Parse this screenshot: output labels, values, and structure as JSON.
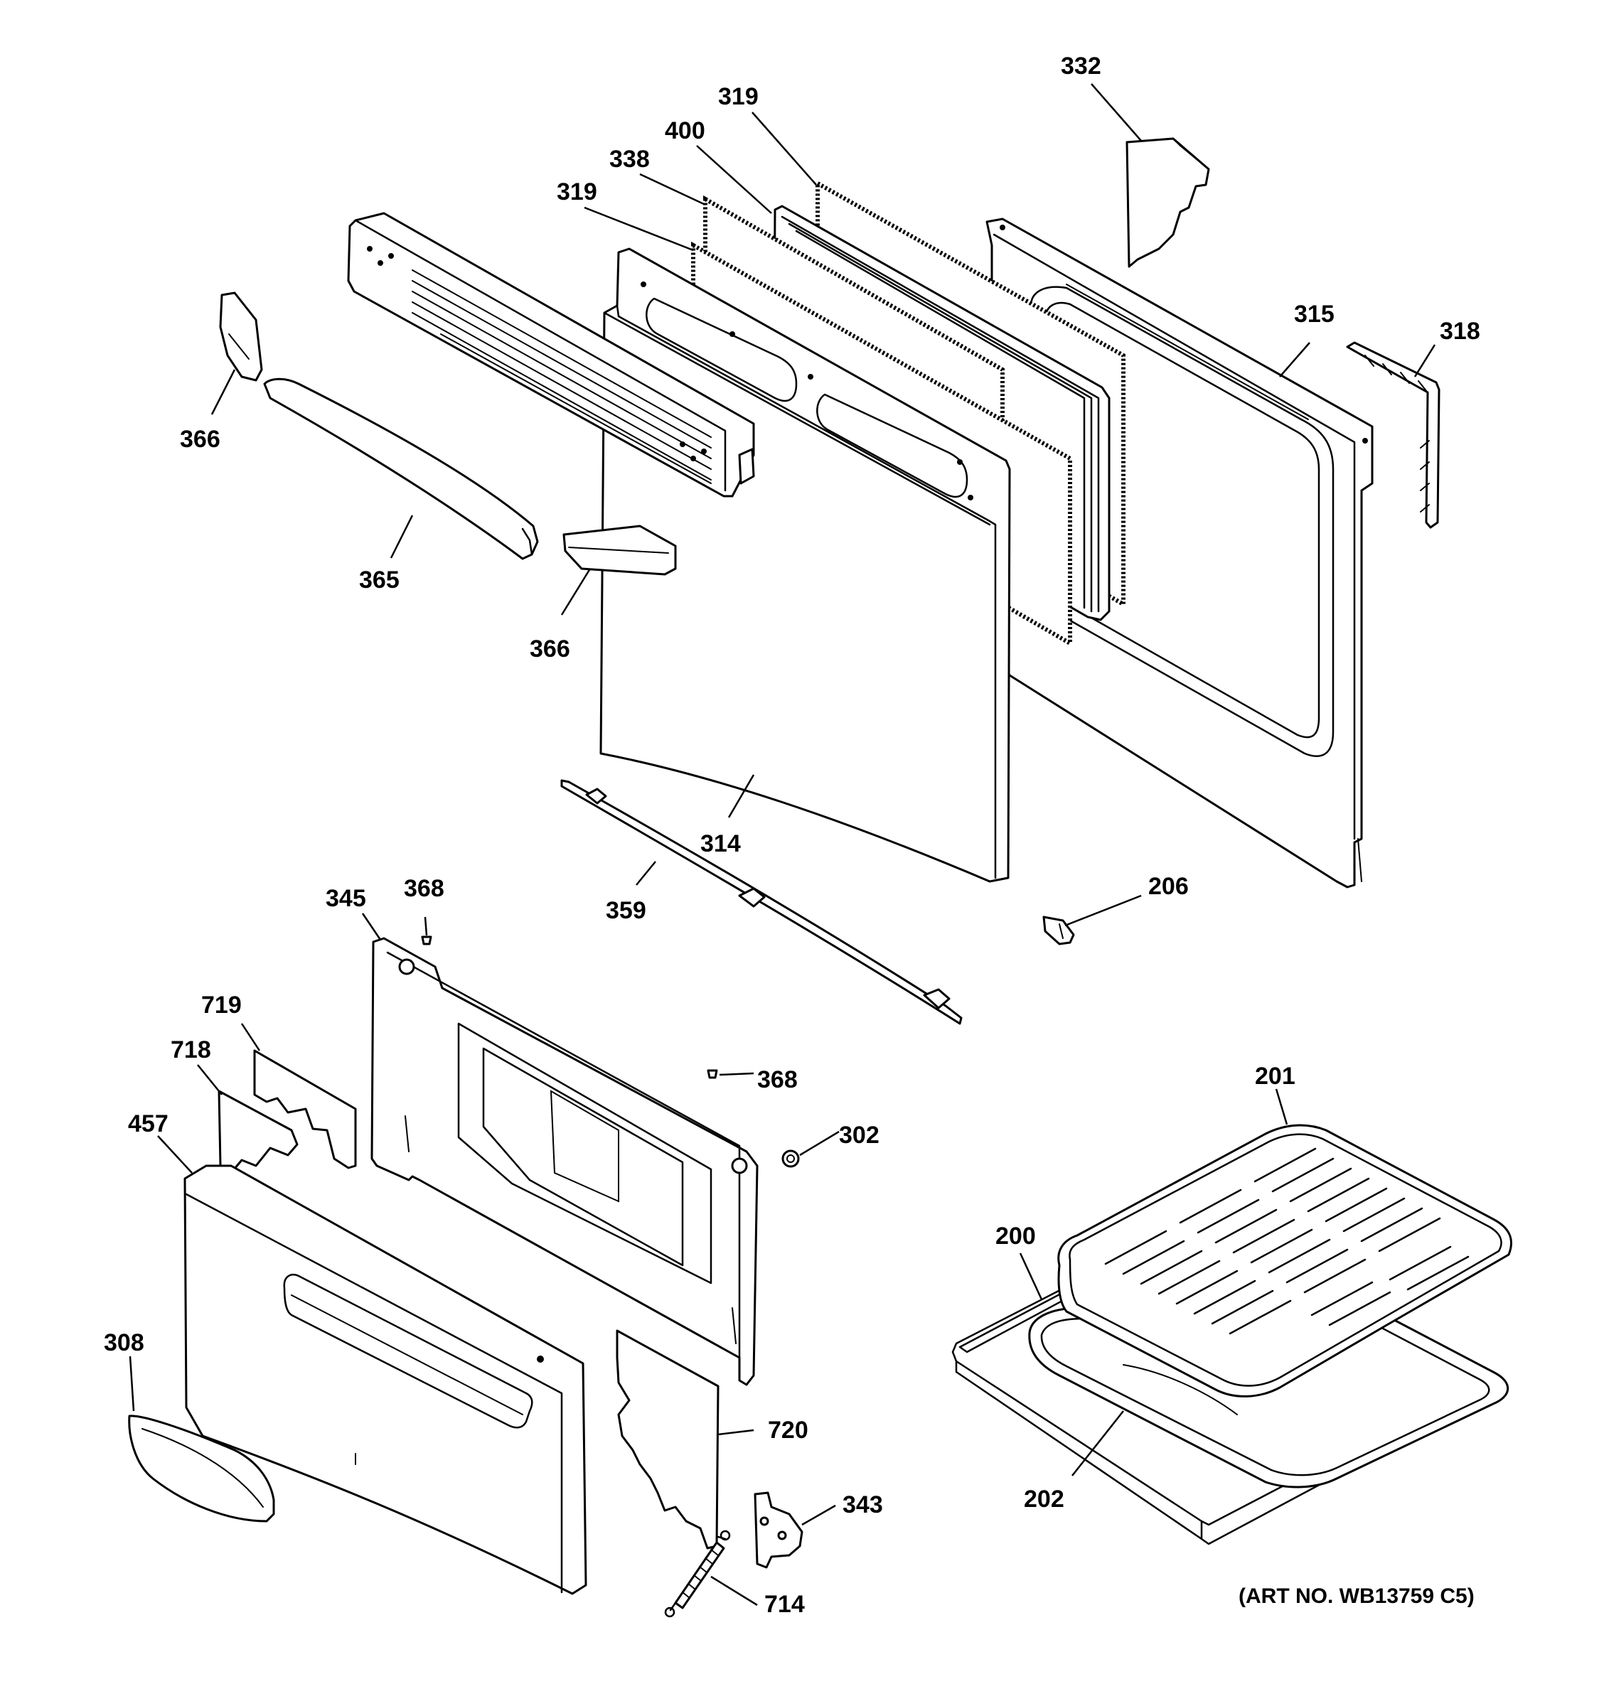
{
  "diagram": {
    "art_number": "(ART NO. WB13759 C5)",
    "callouts": {
      "c332": "332",
      "c319a": "319",
      "c400": "400",
      "c338": "338",
      "c319b": "319",
      "c315": "315",
      "c318": "318",
      "c366a": "366",
      "c365": "365",
      "c366b": "366",
      "c314": "314",
      "c359": "359",
      "c206": "206",
      "c345": "345",
      "c368a": "368",
      "c368b": "368",
      "c719": "719",
      "c718": "718",
      "c457": "457",
      "c302": "302",
      "c201": "201",
      "c200": "200",
      "c308": "308",
      "c720": "720",
      "c343": "343",
      "c202": "202",
      "c714": "714"
    }
  }
}
